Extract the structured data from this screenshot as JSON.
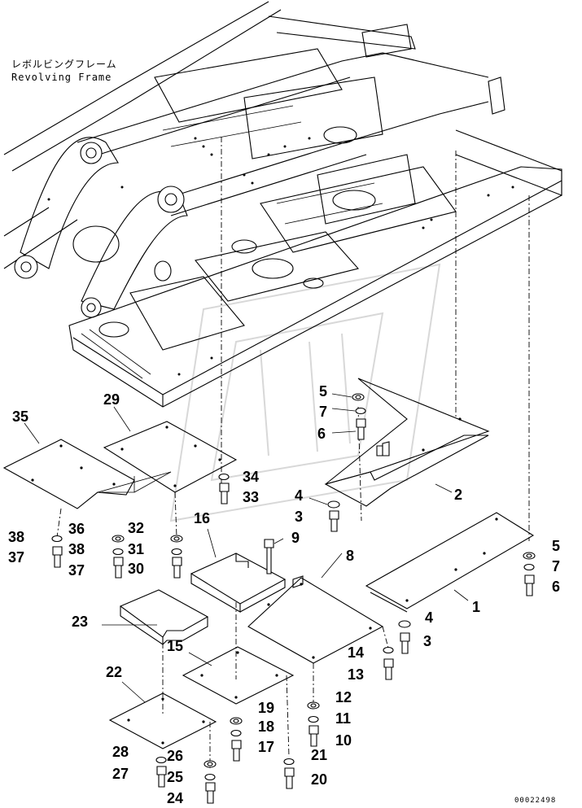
{
  "caption": {
    "japanese": "レボルビングフレーム",
    "english": "Revolving Frame"
  },
  "doc_number": "00022498",
  "part_numbers": [
    "1",
    "2",
    "3",
    "4",
    "5",
    "6",
    "7",
    "8",
    "9",
    "10",
    "11",
    "12",
    "13",
    "14",
    "15",
    "16",
    "17",
    "18",
    "19",
    "20",
    "21",
    "22",
    "23",
    "24",
    "25",
    "26",
    "27",
    "28",
    "29",
    "30",
    "31",
    "32",
    "33",
    "34",
    "35",
    "36",
    "37",
    "38"
  ]
}
